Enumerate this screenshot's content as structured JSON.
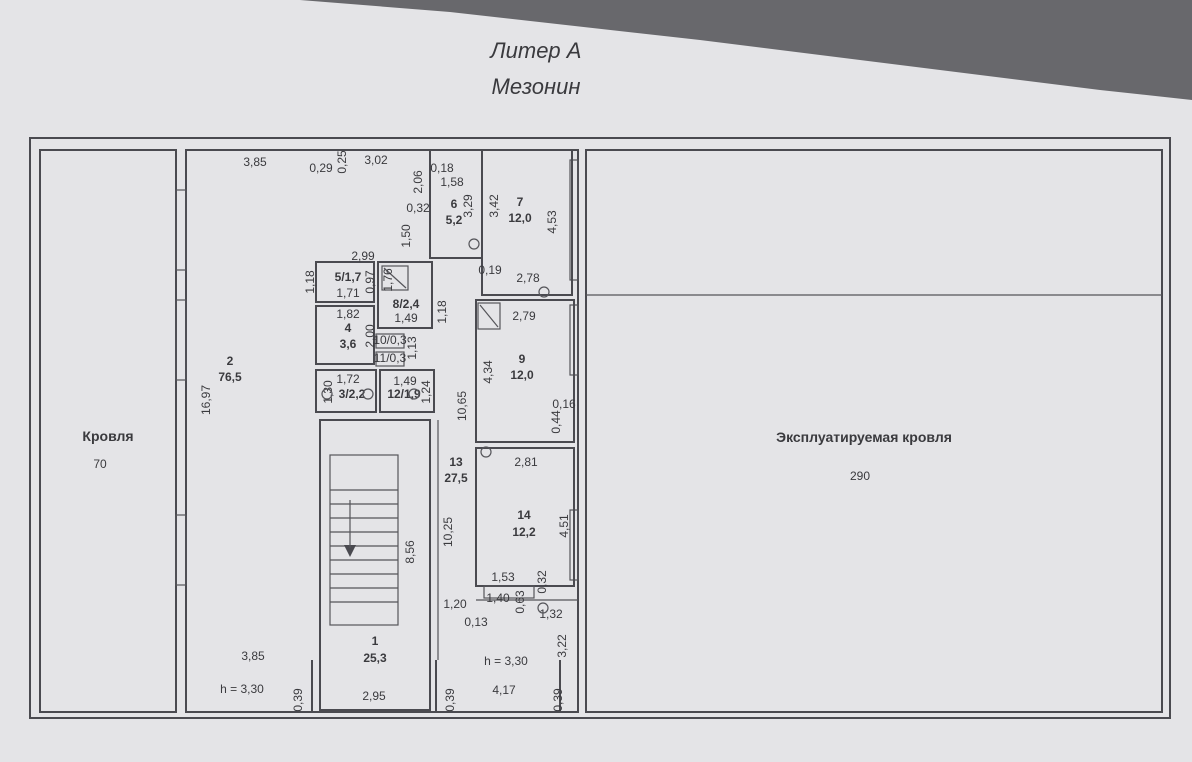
{
  "header": {
    "line1": "Литер А",
    "line2": "Мезонин"
  },
  "rooms": {
    "r1": {
      "num": "1",
      "area": "25,3"
    },
    "r2": {
      "num": "2",
      "area": "76,5"
    },
    "r4": {
      "num": "4",
      "area": "3,6"
    },
    "r6": {
      "num": "6",
      "area": "5,2"
    },
    "r7": {
      "num": "7",
      "area": "12,0"
    },
    "r9": {
      "num": "9",
      "area": "12,0"
    },
    "r13": {
      "num": "13",
      "area": "27,5"
    },
    "r14": {
      "num": "14",
      "area": "12,2"
    },
    "r3": {
      "label": "3/2,2"
    },
    "r5": {
      "label": "5/1,7"
    },
    "r8": {
      "label": "8/2,4"
    },
    "r10": {
      "label": "10/0,3"
    },
    "r11": {
      "label": "11/0,3"
    },
    "r12": {
      "label": "12/1,9"
    }
  },
  "roofs": {
    "left": {
      "label": "Кровля",
      "value": "70"
    },
    "right": {
      "label": "Эксплуатируемая кровля",
      "value": "290"
    }
  },
  "heights": {
    "left": "h = 3,30",
    "right": "h = 3,30"
  },
  "dims": {
    "d385_top": "3,85",
    "d029": "0,29",
    "d025": "0,25",
    "d302": "3,02",
    "d018": "0,18",
    "d158": "1,58",
    "d206": "2,06",
    "d032a": "0,32",
    "d329": "3,29",
    "d342": "3,42",
    "d453": "4,53",
    "d150": "1,50",
    "d299": "2,99",
    "d019": "0,19",
    "d278": "2,78",
    "d118a": "1,18",
    "d097": "0,97",
    "d176": "1,76",
    "d171": "1,71",
    "d118b": "1,18",
    "d182": "1,82",
    "d149a": "1,49",
    "d279": "2,79",
    "d200": "2,00",
    "d113": "1,13",
    "d434": "4,34",
    "d1697": "16,97",
    "d172": "1,72",
    "d149b": "1,49",
    "d130": "1,30",
    "d124": "1,24",
    "d1065": "10,65",
    "d016": "0,16",
    "d044": "0,44",
    "d281": "2,81",
    "d1025": "10,25",
    "d451": "4,51",
    "d856": "8,56",
    "d153": "1,53",
    "d032b": "0,32",
    "d120": "1,20",
    "d140": "1,40",
    "d063": "0,63",
    "d013": "0,13",
    "d132": "1,32",
    "d322": "3,22",
    "d385_bot": "3,85",
    "d039a": "0,39",
    "d295": "2,95",
    "d039b": "0,39",
    "d417": "4,17",
    "d039c": "0,39"
  }
}
